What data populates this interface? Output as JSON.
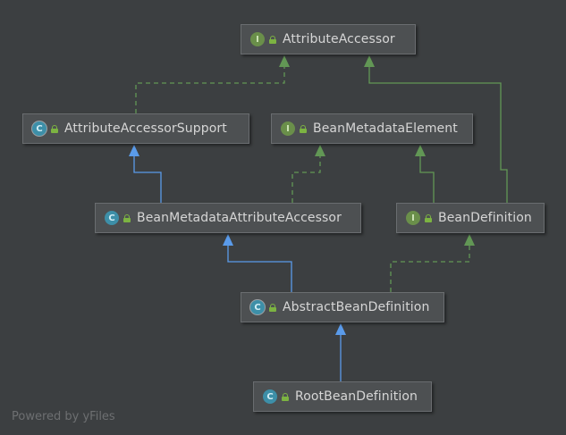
{
  "nodes": [
    {
      "id": "attribute-accessor",
      "label": "AttributeAccessor",
      "kind": "interface",
      "badge": "I"
    },
    {
      "id": "attribute-accessor-support",
      "label": "AttributeAccessorSupport",
      "kind": "abstract",
      "badge": "C"
    },
    {
      "id": "bean-metadata-element",
      "label": "BeanMetadataElement",
      "kind": "interface",
      "badge": "I"
    },
    {
      "id": "bean-metadata-attribute-accessor",
      "label": "BeanMetadataAttributeAccessor",
      "kind": "class",
      "badge": "C"
    },
    {
      "id": "bean-definition",
      "label": "BeanDefinition",
      "kind": "interface",
      "badge": "I"
    },
    {
      "id": "abstract-bean-definition",
      "label": "AbstractBeanDefinition",
      "kind": "abstract",
      "badge": "C"
    },
    {
      "id": "root-bean-definition",
      "label": "RootBeanDefinition",
      "kind": "class",
      "badge": "C"
    }
  ],
  "edges": [
    {
      "from": "attribute-accessor-support",
      "to": "attribute-accessor",
      "type": "implements"
    },
    {
      "from": "bean-definition",
      "to": "attribute-accessor",
      "type": "extends-interface"
    },
    {
      "from": "bean-metadata-attribute-accessor",
      "to": "attribute-accessor-support",
      "type": "extends"
    },
    {
      "from": "bean-metadata-attribute-accessor",
      "to": "bean-metadata-element",
      "type": "implements"
    },
    {
      "from": "bean-definition",
      "to": "bean-metadata-element",
      "type": "extends-interface"
    },
    {
      "from": "abstract-bean-definition",
      "to": "bean-metadata-attribute-accessor",
      "type": "extends"
    },
    {
      "from": "abstract-bean-definition",
      "to": "bean-definition",
      "type": "implements"
    },
    {
      "from": "root-bean-definition",
      "to": "abstract-bean-definition",
      "type": "extends"
    }
  ],
  "colors": {
    "background": "#3c3f41",
    "extends": "#5a9bea",
    "implements": "#629755",
    "interface_badge": "#6a8f4a",
    "class_badge": "#3d8fa8"
  },
  "watermark": "Powered by yFiles"
}
